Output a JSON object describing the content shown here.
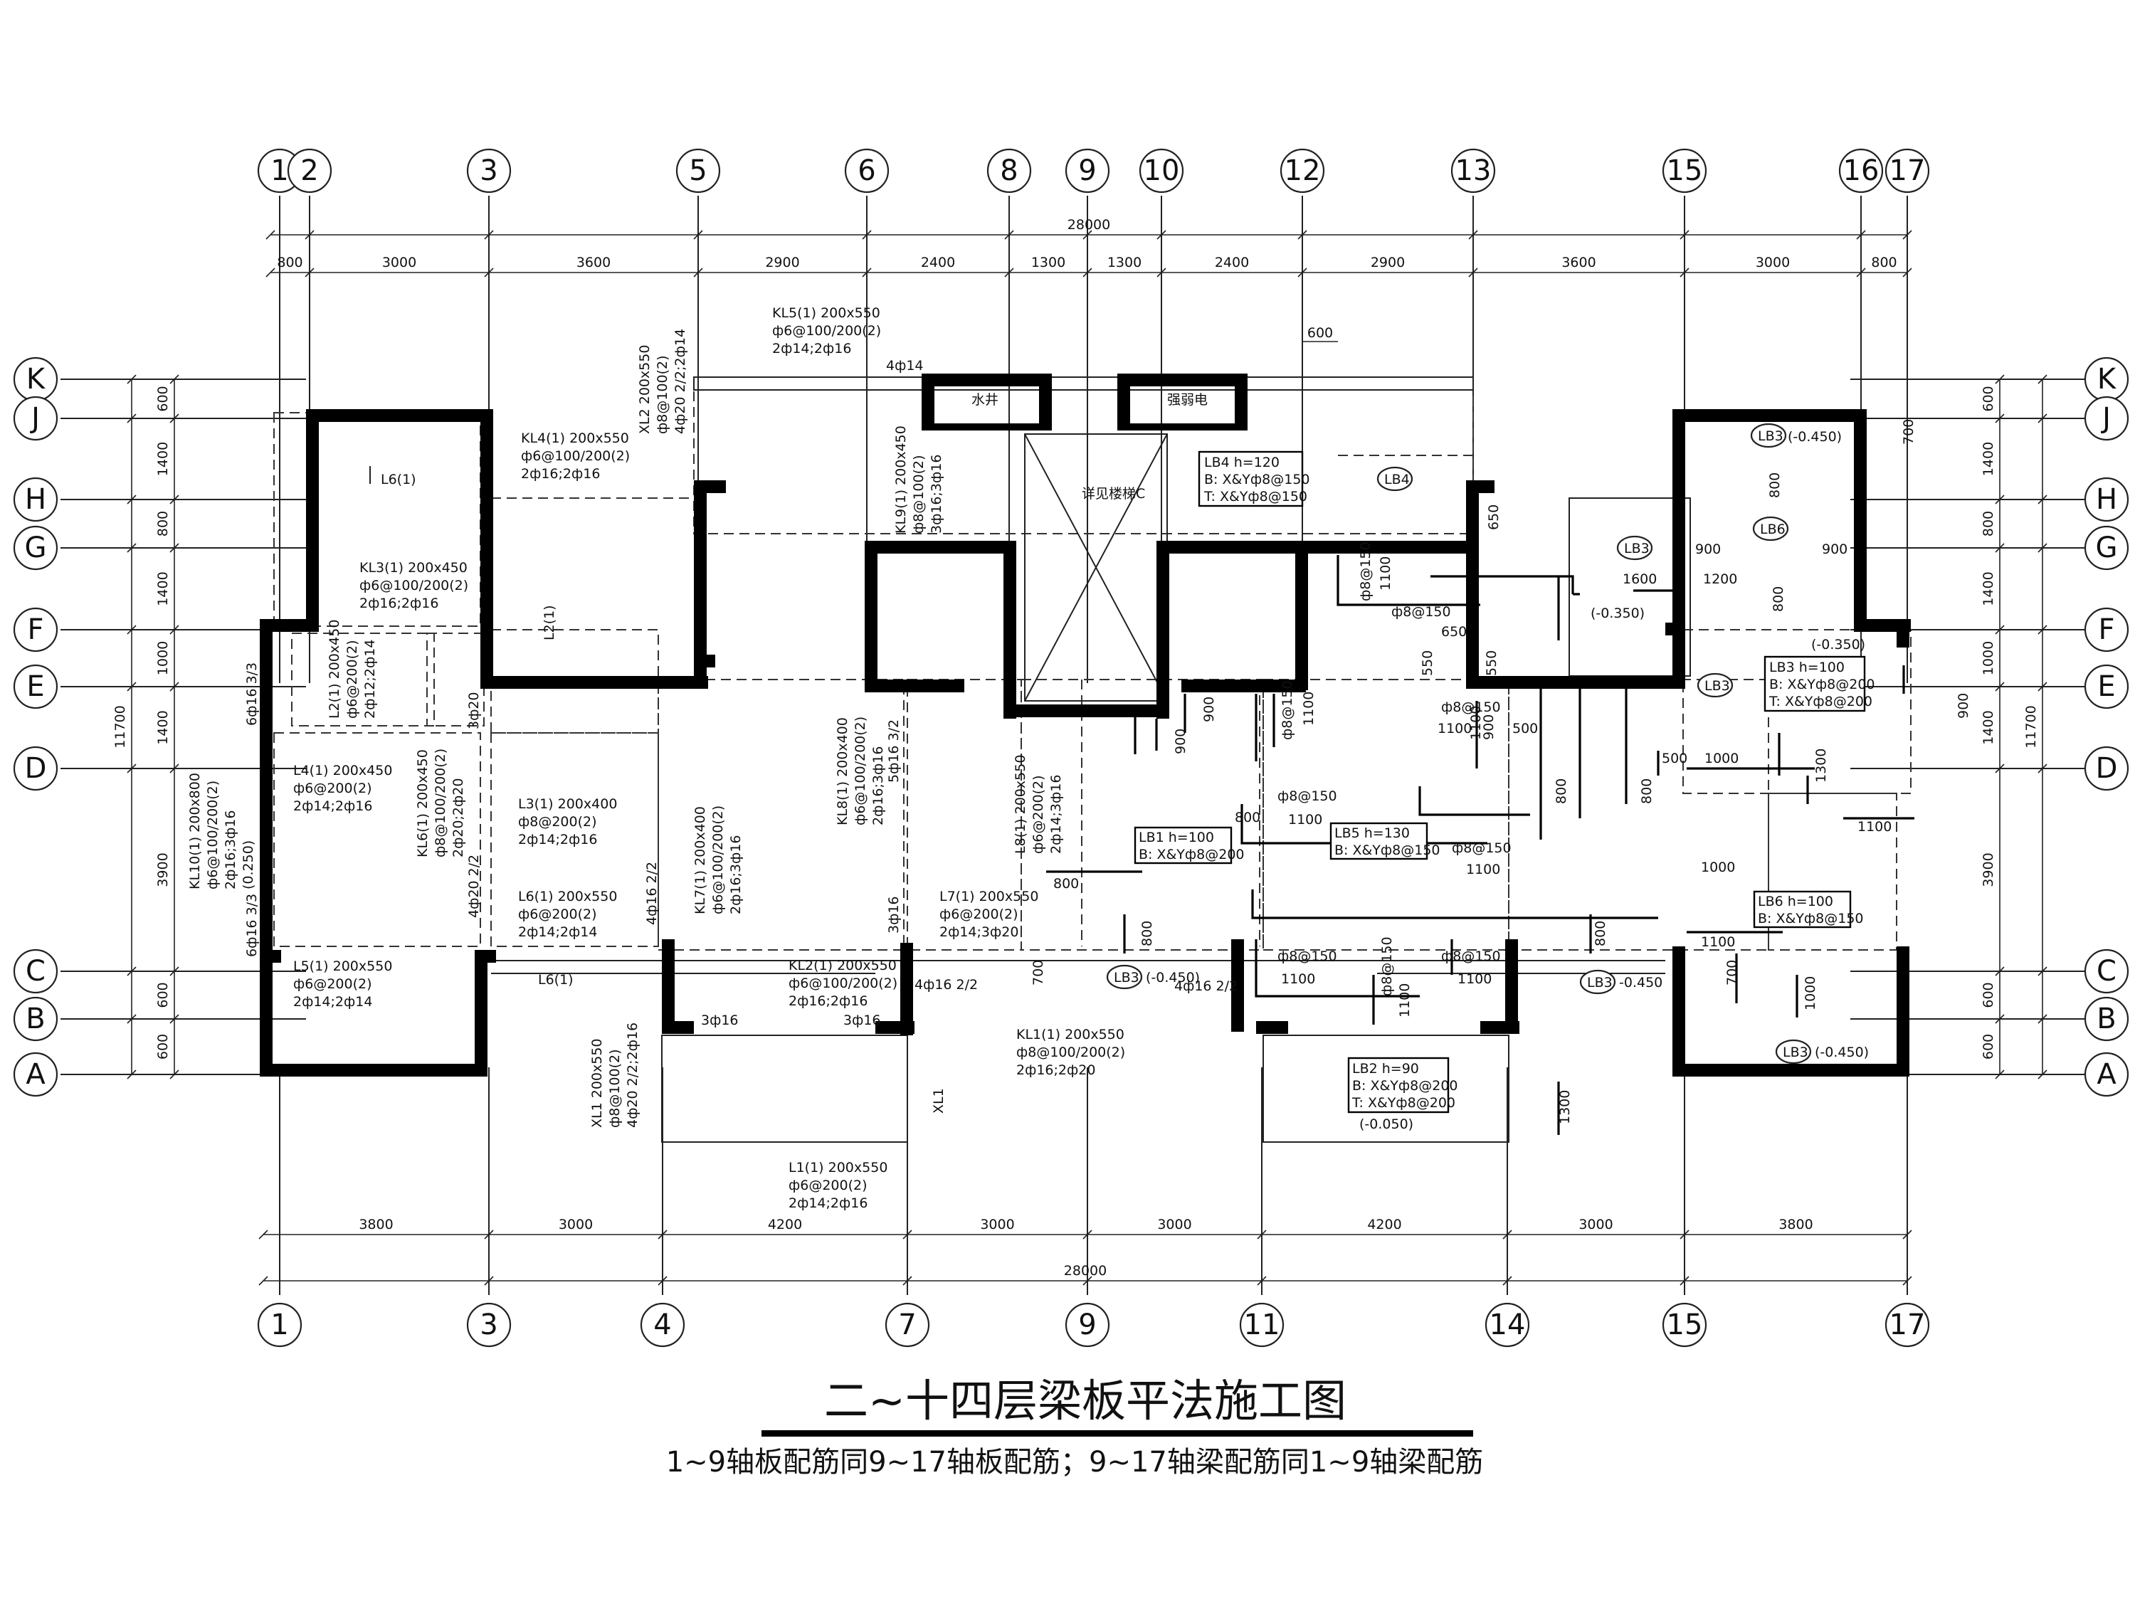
{
  "drawing": {
    "title": "二~十四层梁板平法施工图",
    "subtitle": "1~9轴板配筋同9~17轴板配筋；9~17轴梁配筋同1~9轴梁配筋"
  },
  "axes_top": [
    "1",
    "2",
    "3",
    "5",
    "6",
    "8",
    "9",
    "10",
    "12",
    "13",
    "15",
    "16",
    "17"
  ],
  "axes_bottom": [
    "1",
    "3",
    "4",
    "7",
    "9",
    "11",
    "14",
    "15",
    "17"
  ],
  "axes_left": [
    "K",
    "J",
    "H",
    "G",
    "F",
    "E",
    "D",
    "C",
    "B",
    "A"
  ],
  "axes_right": [
    "K",
    "J",
    "H",
    "G",
    "F",
    "E",
    "D",
    "C",
    "B",
    "A"
  ],
  "dims": {
    "top_total": "28000",
    "top_parts": [
      "800",
      "3000",
      "3600",
      "2900",
      "2400",
      "1300",
      "1300",
      "2400",
      "2900",
      "3600",
      "3000",
      "800"
    ],
    "bottom_total": "28000",
    "bottom_parts": [
      "3800",
      "3000",
      "4200",
      "3000",
      "3000",
      "4200",
      "3000",
      "3800"
    ],
    "left_total": "11700",
    "left_parts": [
      "600",
      "1400",
      "800",
      "1400",
      "1000",
      "1400",
      "3900",
      "600",
      "600"
    ],
    "right_total": "11700",
    "right_parts": [
      "600",
      "1400",
      "800",
      "1400",
      "1000",
      "1400",
      "3900",
      "600",
      "600"
    ]
  },
  "labels": {
    "top_600": "600",
    "stair": "详见楼梯C",
    "room_a": "水井",
    "room_b": "强弱电",
    "kl5": [
      "KL5(1) 200x550",
      "ф6@100/200(2)",
      "2ф14;2ф16"
    ],
    "kl4": [
      "KL4(1) 200x550",
      "ф6@100/200(2)",
      "2ф16;2ф16"
    ],
    "xl2": [
      "XL2 200x550",
      "ф8@100(2)",
      "4ф20 2/2;2ф14"
    ],
    "kl9": [
      "KL9(1) 200x450",
      "ф8@100(2)",
      "3ф16;3ф16"
    ],
    "kl3": [
      "KL3(1) 200x450",
      "ф6@100/200(2)",
      "2ф16;2ф16"
    ],
    "l2": [
      "L2(1) 200x450",
      "ф6@200(2)",
      "2ф12;2ф14"
    ],
    "l6a": "L6(1)",
    "l2b": "L2(1)",
    "l4": [
      "L4(1) 200x450",
      "ф6@200(2)",
      "2ф14;2ф16"
    ],
    "kl10": [
      "KL10(1) 200x800",
      "ф6@100/200(2)",
      "2ф16;3ф16",
      "(0.250)"
    ],
    "kl6": [
      "KL6(1) 200x450",
      "ф8@100/200(2)",
      "2ф20;2ф20"
    ],
    "l3": [
      "L3(1) 200x400",
      "ф8@200(2)",
      "2ф14;2ф16"
    ],
    "l6b": [
      "L6(1) 200x550",
      "ф6@200(2)",
      "2ф14;2ф14"
    ],
    "l5": [
      "L5(1) 200x550",
      "ф6@200(2)",
      "2ф14;2ф14"
    ],
    "l6c": "L6(1)",
    "kl7": [
      "KL7(1) 200x400",
      "ф6@100/200(2)",
      "2ф16;3ф16"
    ],
    "kl8": [
      "KL8(1) 200x400",
      "ф6@100/200(2)",
      "2ф16;3ф16"
    ],
    "kl2": [
      "KL2(1) 200x550",
      "ф6@100/200(2)",
      "2ф16;2ф16"
    ],
    "l7": [
      "L7(1) 200x550",
      "ф6@200(2)",
      "2ф14;3ф20"
    ],
    "l8": [
      "L8(1) 200x550",
      "ф6@200(2)",
      "2ф14;3ф16"
    ],
    "kl1": [
      "KL1(1) 200x550",
      "ф8@100/200(2)",
      "2ф16;2ф20"
    ],
    "xl1": [
      "XL1 200x550",
      "ф8@100(2)",
      "4ф20 2/2;2ф16"
    ],
    "xl1b": "XL1",
    "l1": [
      "L1(1) 200x550",
      "ф6@200(2)",
      "2ф14;2ф16"
    ],
    "side1": "6ф16 3/3",
    "side2": "6ф16 3/3",
    "side3": "3ф20",
    "side4": "4ф20 2/2",
    "side5": "4ф16 2/2",
    "side6": "5ф16 3/2",
    "side7": "3ф16",
    "side8": "3ф16",
    "side9": "3ф16",
    "side10": "4ф16 2/2",
    "side11": "4ф16 2/2",
    "side12": "4ф14",
    "lb4": [
      "LB4 h=120",
      "B: X&Yф8@150",
      "T: X&Yф8@150"
    ],
    "lb1": [
      "LB1 h=100",
      "B: X&Yф8@200"
    ],
    "lb5": [
      "LB5 h=130",
      "B: X&Yф8@150"
    ],
    "lb2": [
      "LB2 h=90",
      "B: X&Yф8@200",
      "T: X&Yф8@200",
      "(-0.050)"
    ],
    "lb3": [
      "LB3 h=100",
      "B: X&Yф8@200",
      "T: X&Yф8@200"
    ],
    "lb6": [
      "LB6 h=100",
      "B: X&Yф8@150"
    ],
    "tag_lb4": "LB4",
    "tag_lb3a": "LB3",
    "tag_lb3a_lvl": "(-0.450)",
    "tag_lb3b": "LB3",
    "tag_lb6": "LB6",
    "tag_lb3c": "LB3",
    "tag_lb3d": "LB3",
    "tag_lb3d_lvl": "(-0.450)",
    "tag_lb3e": "LB3",
    "tag_lb3e_lvl": "-0.450",
    "tag_lb3f": "LB3",
    "tag_lb3f_lvl": "(-0.450)",
    "lvl_350a": "(-0.350)",
    "lvl_350b": "(-0.350)",
    "r_700": "700",
    "r_800a": "800",
    "r_900a": "900",
    "r_900b": "900",
    "r_1200": "1200",
    "r_1600": "1600",
    "r_800b": "800",
    "r_650a": "650",
    "r_650b": "650",
    "r_550a": "550",
    "r_550b": "550",
    "r_1100a": "1100",
    "r_f8150a": "ф8@150",
    "r_f8150b": "ф8@150",
    "r_f8150c": "ф8@150",
    "r_1100b": "1100",
    "r_900c": "900",
    "r_900d": "900",
    "r_f8150d": "ф8@150",
    "r_1100c": "1100",
    "r_1100d": "1100",
    "r_500a": "500",
    "r_500b": "500",
    "r_1000a": "1000",
    "r_1300a": "1300",
    "r_900e": "900",
    "r_800c": "800",
    "r_800d": "800",
    "r_1100e": "1100",
    "r_f8150e": "ф8@150",
    "r_800e": "800",
    "r_1100f": "1100",
    "r_f8150f": "ф8@150",
    "r_1100g": "1100",
    "r_1000b": "1000",
    "r_800f": "800",
    "r_800g": "800",
    "r_800h": "800",
    "r_f8150g": "ф8@150",
    "r_1100h": "1100",
    "r_f8150h": "ф8@150",
    "r_1100i": "1100",
    "r_f8150i": "ф8@150",
    "r_1100j": "1100",
    "r_1100k": "1100",
    "r_700b": "700",
    "r_1000c": "1000",
    "r_700c": "700",
    "r_1300b": "1300",
    "r_900f": "900"
  },
  "colors": {
    "ink": "#000000",
    "paper": "#ffffff"
  }
}
